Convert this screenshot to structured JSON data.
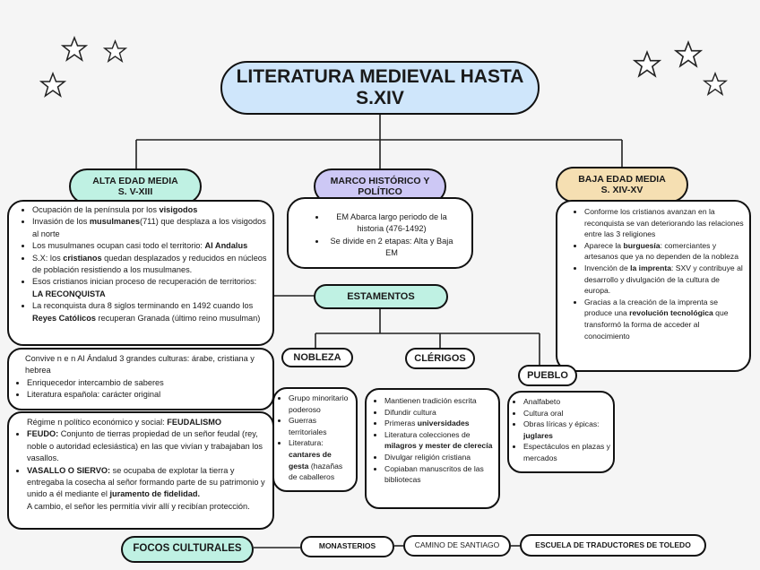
{
  "title": {
    "line1": "LITERATURA MEDIEVAL HASTA",
    "line2": "S.XIV"
  },
  "alta": {
    "title_line1": "ALTA EDAD MEDIA",
    "title_line2": "S. V-XIII",
    "items": [
      {
        "pre": "Ocupación de la península por los ",
        "bold": "visigodos",
        "post": ""
      },
      {
        "pre": "Invasión de los ",
        "bold": "musulmanes",
        "post": "(711) que desplaza a los visigodos al norte"
      },
      {
        "pre": "Los musulmanes ocupan casi todo el territorio: ",
        "bold": "Al Andalus",
        "post": ""
      },
      {
        "pre": "S.X: los ",
        "bold": "cristianos",
        "post": " quedan desplazados y reducidos en núcleos de población resistiendo a los musulmanes."
      },
      {
        "pre": "Esos cristianos inician proceso de recuperación de territorios: ",
        "bold": "LA RECONQUISTA",
        "post": ""
      },
      {
        "pre": "La reconquista dura 8 siglos terminando en 1492 cuando los ",
        "bold": "Reyes Católicos",
        "post": " recuperan Granada (último reino musulman)"
      }
    ]
  },
  "culturas": {
    "lead": "Convive n e n Al Ándalud 3 grandes culturas: árabe, cristiana y hebrea",
    "items": [
      "Enriquecedor intercambio de saberes",
      "Literatura española: carácter original"
    ]
  },
  "feudal": {
    "line1_pre": "Régime n político económico y social: ",
    "line1_bold": "FEUDALISMO",
    "feudo_bold": "FEUDO:",
    "feudo_text": " Conjunto de tierras propiedad de un señor feudal (rey, noble o autoridad eclesiástica) en las que vivían y trabajaban los vasallos.",
    "vasallo_bold": "VASALLO O SIERVO:",
    "vasallo_text": " se ocupaba de explotar la tierra y entregaba la cosecha al señor formando parte de su patrimonio y unido a él mediante el ",
    "juramento_bold": "juramento de fidelidad.",
    "final": "A cambio, el señor les permitía vivir allí y recibían protección."
  },
  "marco": {
    "title_line1": "MARCO HISTÓRICO Y",
    "title_line2": "POLÍTICO",
    "items": [
      "EM Abarca largo periodo de la historia (476-1492)",
      "Se divide en 2 etapas: Alta y Baja EM"
    ]
  },
  "baja": {
    "title_line1": "BAJA EDAD MEDIA",
    "title_line2": "S. XIV-XV",
    "items": [
      {
        "pre": "Conforme los cristianos avanzan en la reconquista se van deteriorando las relaciones entre las 3 religiones",
        "bold": "",
        "post": ""
      },
      {
        "pre": "Aparece la ",
        "bold": "burguesía",
        "post": ": comerciantes y artesanos que ya no dependen de la nobleza"
      },
      {
        "pre": "Invención de ",
        "bold": "la imprenta",
        "post": ": SXV y contribuye al desarrollo y divulgación de la cultura de europa."
      },
      {
        "pre": "Gracias a la creación de la imprenta se produce una ",
        "bold": "revolución tecnológica",
        "post": " que transformó la forma de acceder al conocimiento"
      }
    ]
  },
  "estamentos": {
    "label": "ESTAMENTOS"
  },
  "nobleza": {
    "label": "NOBLEZA",
    "items": [
      {
        "pre": "Grupo minoritario poderoso",
        "bold": "",
        "post": ""
      },
      {
        "pre": "Guerras territoriales",
        "bold": "",
        "post": ""
      },
      {
        "pre": "Literatura: ",
        "bold": "cantares de gesta",
        "post": " (hazañas de caballeros"
      }
    ]
  },
  "clerigos": {
    "label": "CLÉRIGOS",
    "items": [
      {
        "pre": "Mantienen tradición escrita",
        "bold": "",
        "post": ""
      },
      {
        "pre": "Difundir cultura",
        "bold": "",
        "post": ""
      },
      {
        "pre": "Primeras ",
        "bold": "universidades",
        "post": ""
      },
      {
        "pre": "Literatura colecciones de ",
        "bold": "milagros y mester de clerecía",
        "post": ""
      },
      {
        "pre": "Divulgar religión cristiana",
        "bold": "",
        "post": ""
      },
      {
        "pre": "Copiaban manuscritos de las bibliotecas",
        "bold": "",
        "post": ""
      }
    ]
  },
  "pueblo": {
    "label": "PUEBLO",
    "items": [
      {
        "pre": "Analfabeto",
        "bold": "",
        "post": ""
      },
      {
        "pre": "Cultura oral",
        "bold": "",
        "post": ""
      },
      {
        "pre": "Obras líricas y épicas: ",
        "bold": "juglares",
        "post": ""
      },
      {
        "pre": "Espectáculos en plazas y mercados",
        "bold": "",
        "post": ""
      }
    ]
  },
  "focos": {
    "label": "FOCOS CULTURALES",
    "items": [
      "MONASTERIOS",
      "CAMINO DE SANTIAGO",
      "ESCUELA DE TRADUCTORES DE TOLEDO"
    ]
  },
  "colors": {
    "title_fill": "#cfe6fb",
    "alta_fill": "#bff1e3",
    "marco_fill": "#cdc8f5",
    "baja_fill": "#f5dfb2",
    "estamentos_fill": "#bff1e3",
    "focos_fill": "#bff1e3",
    "background": "#f5f5f5"
  }
}
